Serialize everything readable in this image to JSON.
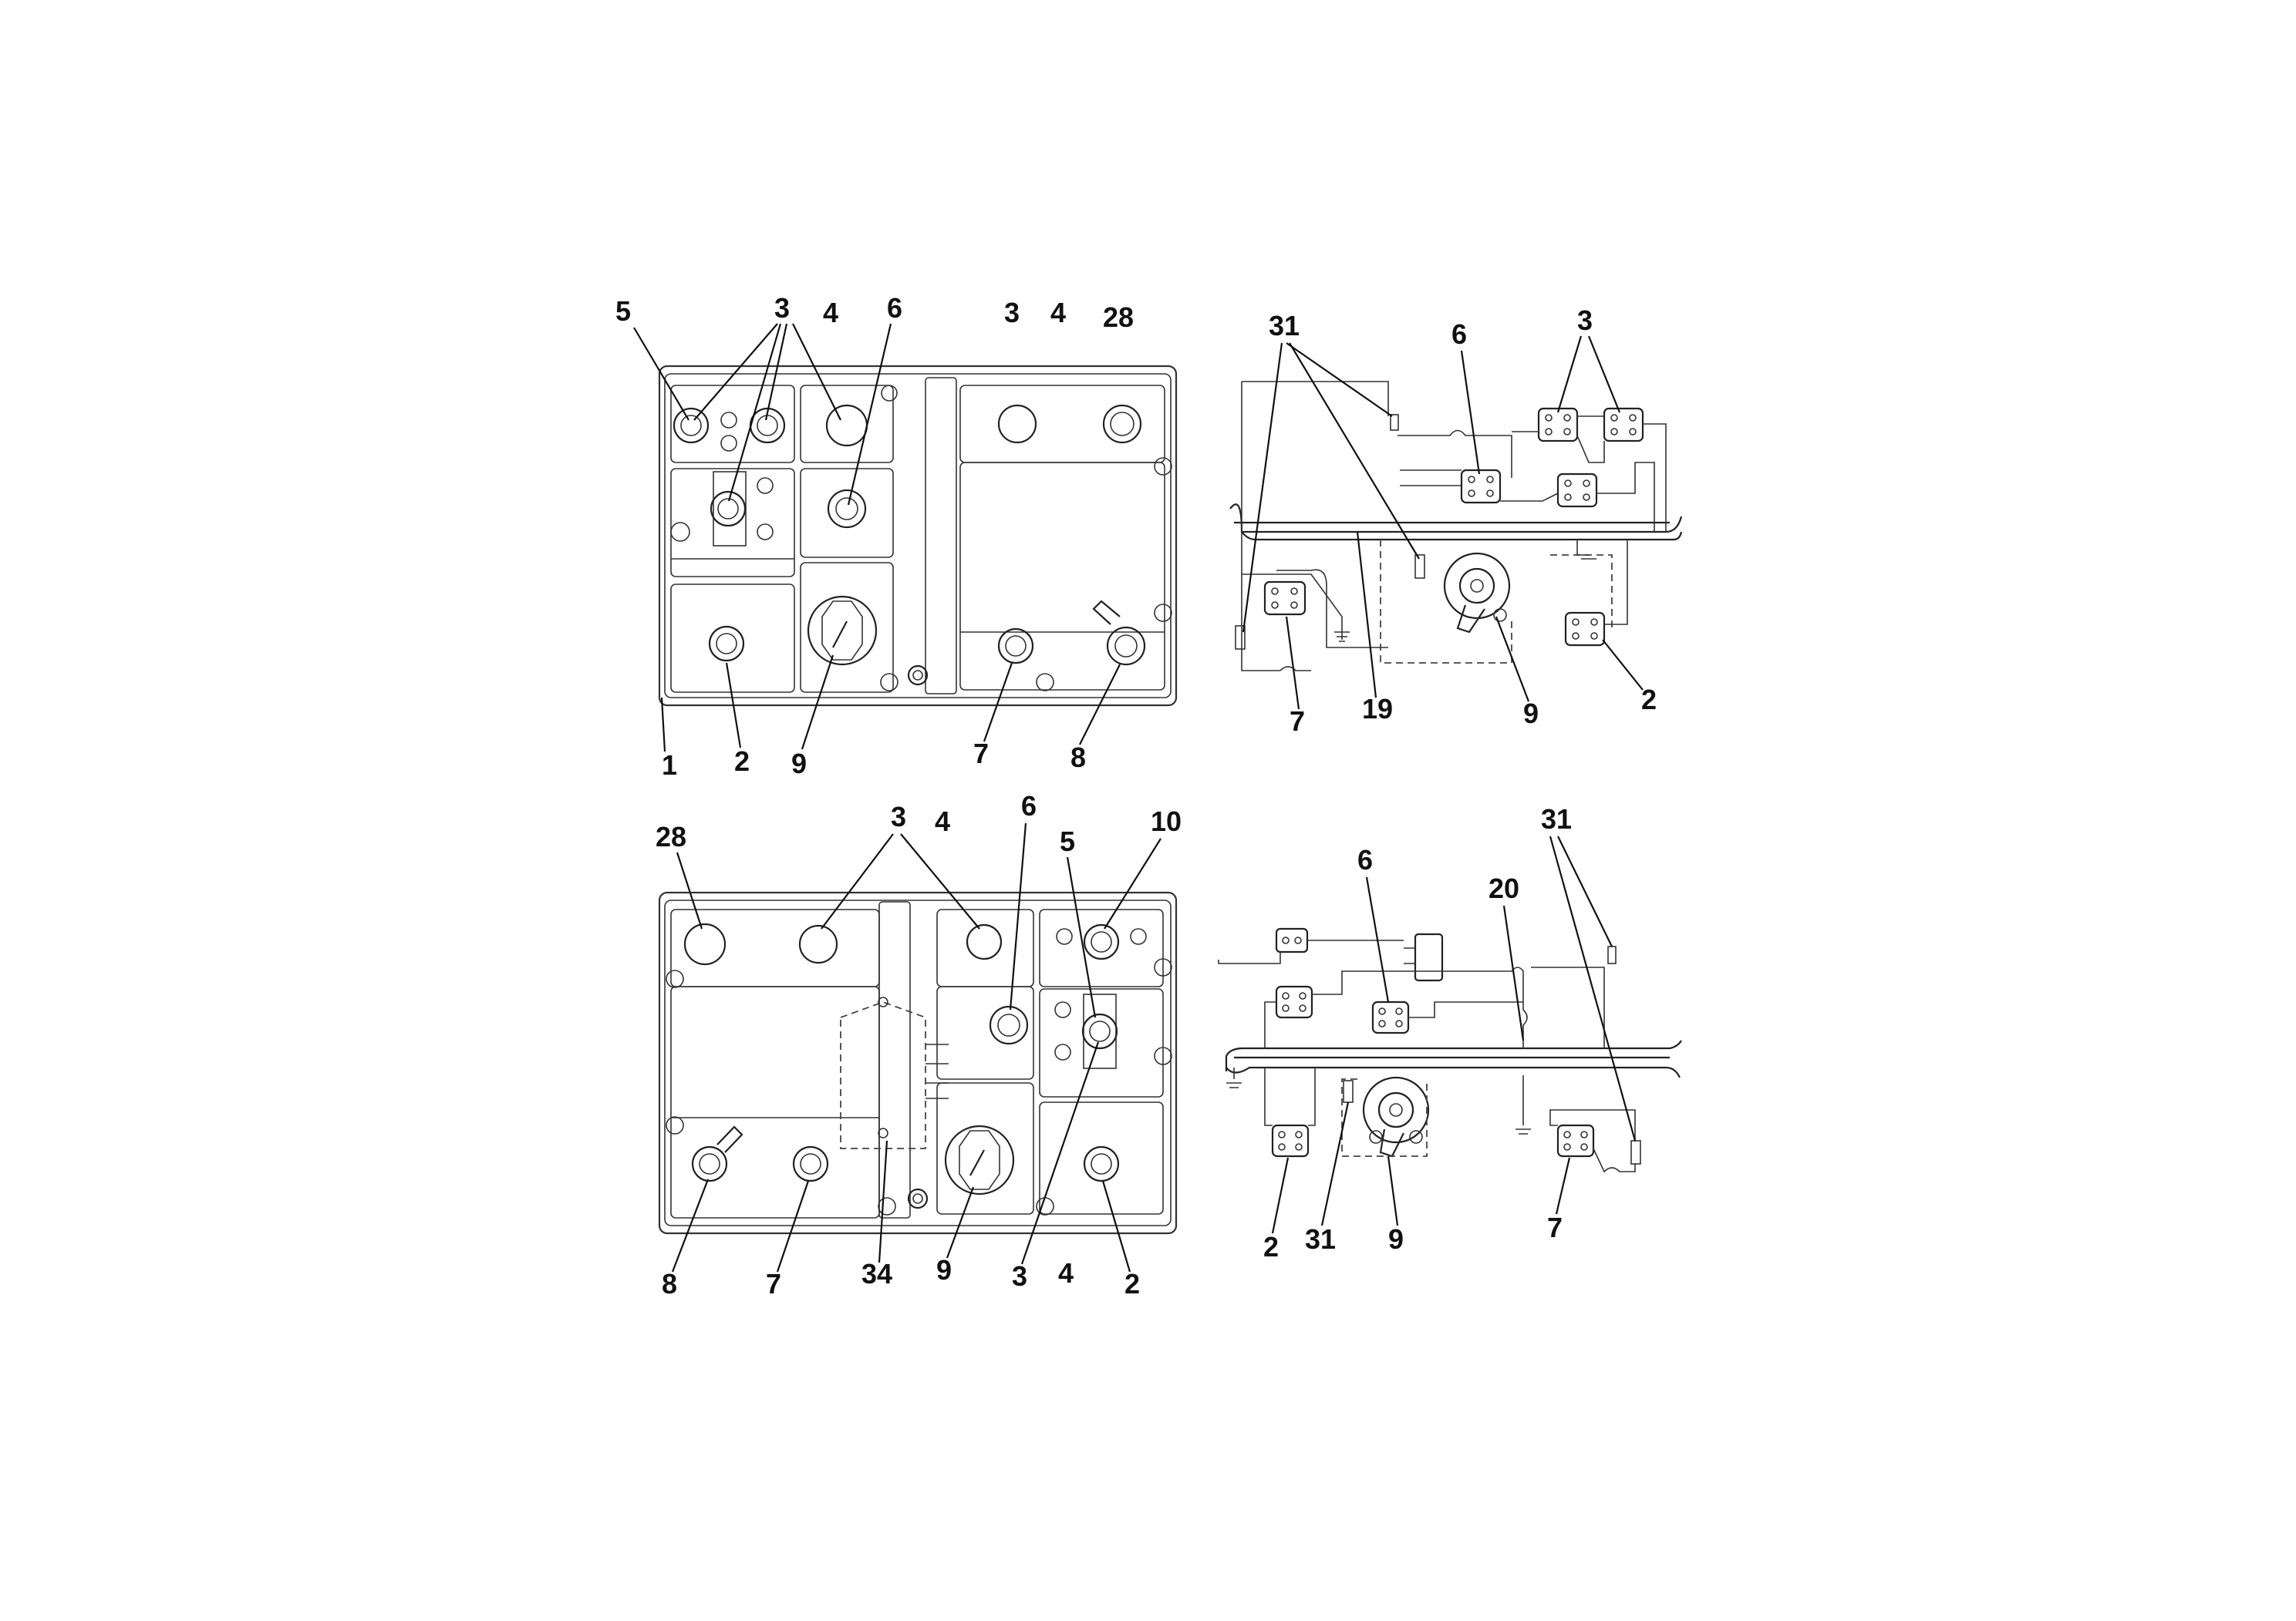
{
  "diagram": {
    "top_left_panel": {
      "labels": [
        "5",
        "3",
        "4",
        "6",
        "3",
        "4",
        "28",
        "1",
        "2",
        "9",
        "7",
        "8"
      ]
    },
    "top_right_wiring": {
      "labels": [
        "31",
        "6",
        "3",
        "7",
        "19",
        "9",
        "2"
      ]
    },
    "bottom_left_panel": {
      "labels": [
        "28",
        "3",
        "4",
        "6",
        "5",
        "10",
        "8",
        "7",
        "34",
        "9",
        "3",
        "4",
        "2"
      ]
    },
    "bottom_right_wiring": {
      "labels": [
        "6",
        "20",
        "31",
        "2",
        "31",
        "9",
        "7"
      ]
    }
  }
}
